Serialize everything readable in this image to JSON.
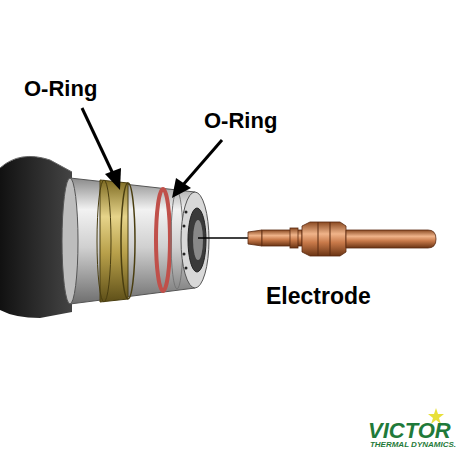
{
  "diagram": {
    "labels": [
      "O-Ring",
      "O-Ring",
      "Electrode",
      "VICTOR",
      "THERMAL DYNAMICS."
    ]
  }
}
